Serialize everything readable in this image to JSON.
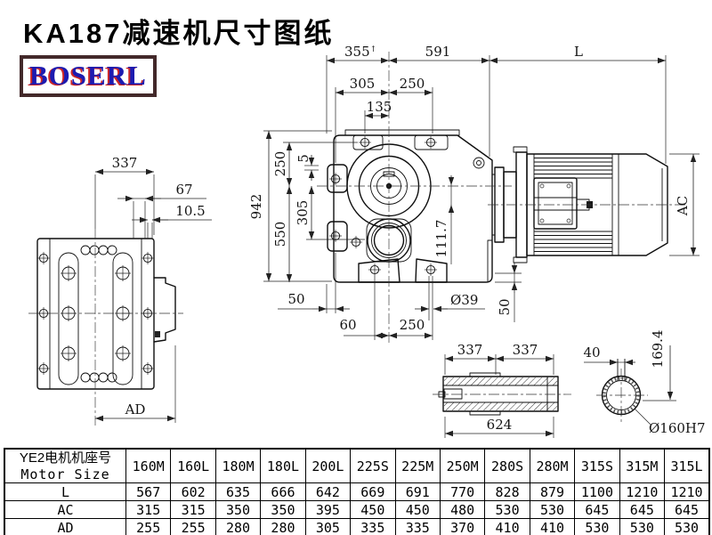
{
  "title": "KA187减速机尺寸图纸",
  "logo": "BOSERL",
  "colors": {
    "logo_border": "#43292a",
    "logo_text_blue": "#1d1bb0",
    "logo_text_red": "#cf2626",
    "line_color": "#0f0f0f"
  },
  "dims": {
    "top": {
      "w1": "355",
      "w1m": "↑",
      "w2": "591",
      "w3": "L",
      "w4": "305",
      "w5": "250",
      "w6": "135"
    },
    "left": {
      "w": "337",
      "a": "67",
      "b": "10.5",
      "ad": "AD"
    },
    "front": {
      "h": "942",
      "h1": "250",
      "h2": "5",
      "h3": "305",
      "h4": "550",
      "h5": "111.7",
      "b1": "50",
      "b2": "60",
      "b3": "250",
      "hole": "Ø39",
      "r": "50"
    },
    "motor": {
      "ac": "AC"
    },
    "shaft": {
      "a": "337",
      "b": "337",
      "total": "624"
    },
    "bore": {
      "key": "40",
      "h": "169.4",
      "dia": "Ø160H7"
    }
  },
  "table": {
    "row_header_cn": "YE2电机机座号",
    "row_header_en": "Motor Size",
    "columns": [
      "160M",
      "160L",
      "180M",
      "180L",
      "200L",
      "225S",
      "225M",
      "250M",
      "280S",
      "280M",
      "315S",
      "315M",
      "315L"
    ],
    "rows": [
      {
        "label": "L",
        "values": [
          "567",
          "602",
          "635",
          "666",
          "642",
          "669",
          "691",
          "770",
          "828",
          "879",
          "1100",
          "1210",
          "1210"
        ]
      },
      {
        "label": "AC",
        "values": [
          "315",
          "315",
          "350",
          "350",
          "395",
          "450",
          "450",
          "480",
          "530",
          "530",
          "645",
          "645",
          "645"
        ]
      },
      {
        "label": "AD",
        "values": [
          "255",
          "255",
          "280",
          "280",
          "305",
          "335",
          "335",
          "370",
          "410",
          "410",
          "530",
          "530",
          "530"
        ]
      }
    ]
  }
}
